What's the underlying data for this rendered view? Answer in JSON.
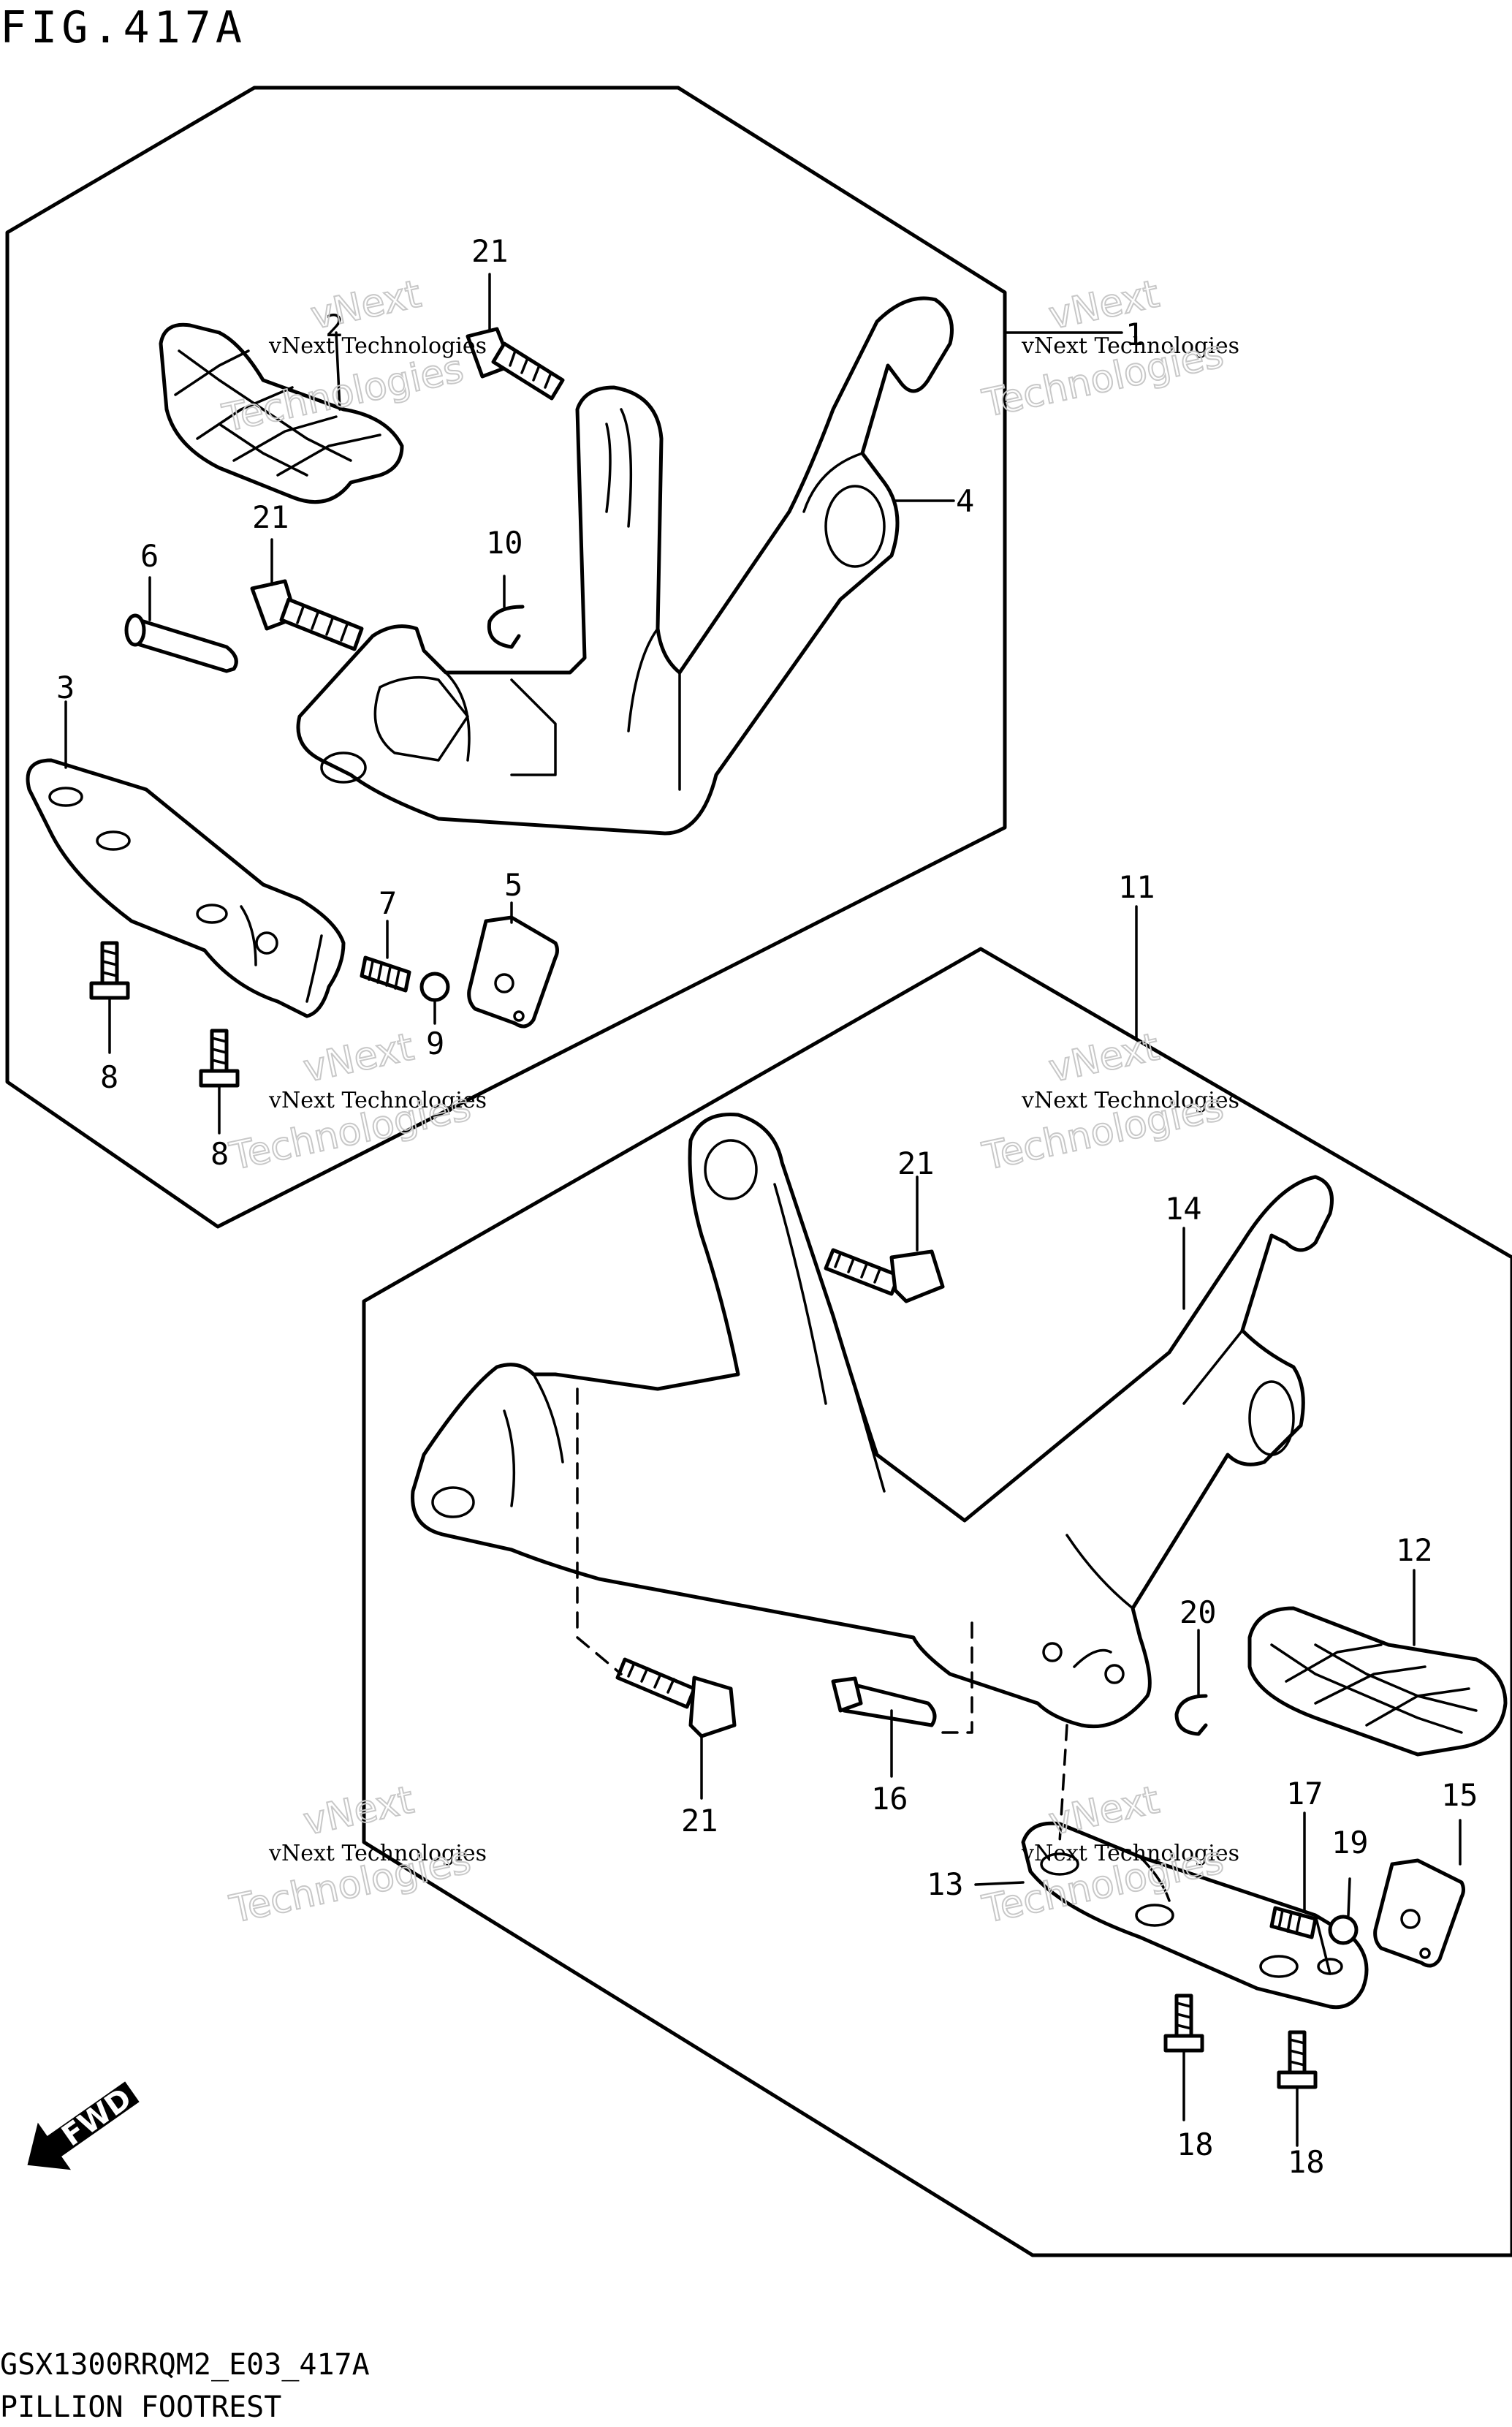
{
  "figure": {
    "title": "FIG.417A",
    "model_code": "GSX1300RRQM2_E03_417A",
    "caption": "PILLION FOOTREST"
  },
  "assembly_upper": {
    "assembly_label": "1",
    "callouts": [
      "2",
      "3",
      "4",
      "5",
      "6",
      "7",
      "8",
      "8",
      "9",
      "10",
      "21",
      "21"
    ]
  },
  "assembly_lower": {
    "assembly_label": "11",
    "callouts": [
      "12",
      "13",
      "14",
      "15",
      "16",
      "17",
      "18",
      "18",
      "19",
      "20",
      "21",
      "21"
    ]
  },
  "direction_marker": {
    "text": "FWD",
    "icon": "fwd-arrow-icon"
  },
  "watermark": {
    "line1": "vNext Technologies",
    "line2": "vNext",
    "line3": "Technologies"
  }
}
